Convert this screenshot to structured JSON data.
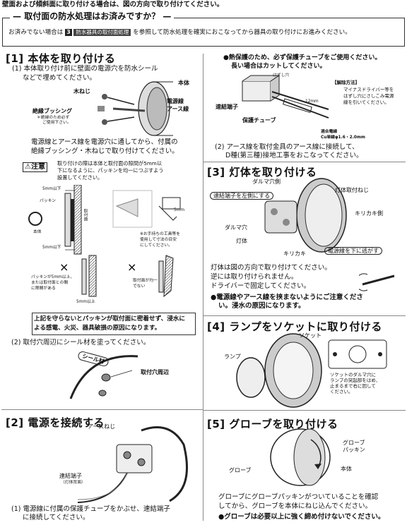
{
  "top_note": "壁面および傾斜面に取り付ける場合は、図の方向で取り付けてください。",
  "waterproof": {
    "title": "取付面の防水処理はお済みですか？",
    "text_pre": "お済みでない場合は",
    "num": "3",
    "link": "防水器具の取付面処理",
    "text_post": "を参照して防水処理を確実におこなってから器具の取り付けにお進みください。"
  },
  "s1": {
    "heading": "[1] 本体を取り付ける",
    "step1": [
      "(1) 本体取り付け前に壁面の電源穴を防水シール",
      "などで埋めてください。"
    ],
    "labels": {
      "screw": "木ねじ",
      "body": "本体",
      "power": "電源線",
      "earth": "アース線",
      "bushing": "絶縁ブッシング",
      "bushing_note": [
        "＊絶縁のため必ず",
        "ご使用下さい。"
      ]
    },
    "text": [
      "電源線とアース線を電源穴に通してから、付属の",
      "絶縁ブッシング・木ねじで取り付けてください。"
    ],
    "caution_label": "注意",
    "caution": [
      "取り付けの際は本体と取付面の隙間が5mm以",
      "下になるように、パッキンを均一につぶすよう",
      "設置してください。"
    ],
    "fig": {
      "dim1": "5mm以下",
      "packing": "パッキン",
      "surface": "取付面",
      "body": "本体",
      "dim2": "5mm以下",
      "tool_dim": "5mm",
      "tool_note": [
        "※お手持ちの工具等を",
        "使用して寸法の目安",
        "にしてください。"
      ],
      "bad1": [
        "パッキンが5mm以上、",
        "または取付面との間",
        "に隙間がある"
      ],
      "bad2": [
        "取付面が均一",
        "でない"
      ],
      "dim3": "5mm以上"
    },
    "warn": [
      "上記を守らないとパッキンが取付面に密着せず、浸水に",
      "よる感電、火災、器具破損の原因になります。"
    ],
    "step2": "(2) 取付穴周辺にシール材を塗ってください。",
    "seal": "シール材",
    "hole": "取付穴周辺"
  },
  "s2": {
    "heading": "[2] 電源を接続する",
    "earth_screw": "アースねじ",
    "terminal": "連結端子",
    "terminal_note": "（灯体背面）",
    "step1": [
      "(1) 電源線に付属の保護チューブをかぶせ、速結端子",
      "に接続してください。"
    ]
  },
  "r": {
    "heat": [
      "●熱保護のため、必ず保護チューブをご使用ください。",
      "長い場合はカットしてください。"
    ],
    "release_hole": "はずし穴",
    "release_title": "【解除方法】",
    "release": [
      "マイナスドライバー等を",
      "はずし穴にさしこみ電源",
      "線を引いてください。"
    ],
    "terminal": "速結端子",
    "tube": "保護チューブ",
    "mm": "12mm",
    "wire": [
      "適合電線",
      "Cu単線φ1.6・2.0mm"
    ],
    "step2": [
      "(2) アース線を取付金具のアース線に接続して、",
      "D種(第三種)接地工事をおこなってください。"
    ]
  },
  "s3": {
    "heading": "[3] 灯体を取り付ける",
    "labels": {
      "dalma_side": "ダルマ穴側",
      "terminal_left": "速結端子を左側にする",
      "screw": "灯体取付ねじ",
      "kirikaki_side": "キリカキ側",
      "dalma": "ダルマ穴",
      "lamp_body": "灯体",
      "kirikaki": "キリカキ",
      "down": "電源線を下に逃がす"
    },
    "text": [
      "灯体は図の方向で取り付けてください。",
      "逆には取り付けられません。",
      "ドライバーで固定してください。"
    ],
    "note": [
      "●電源線やアース線を挟まないようにご注意くださ",
      "い。浸水の原因になります。"
    ]
  },
  "s4": {
    "heading": "[4] ランプをソケットに取り付ける",
    "socket": "ソケット",
    "lamp": "ランプ",
    "note": [
      "ソケットのダルマ穴に",
      "ランプの突起部をはめ、",
      "止まるまで右に回して",
      "ください。"
    ]
  },
  "s5": {
    "heading": "[5] グローブを取り付ける",
    "packing": [
      "グローブ",
      "パッキン"
    ],
    "globe": "グローブ",
    "body": "本体",
    "text": [
      "グローブにグローブパッキンがついていることを確認",
      "してから、グローブを本体にねじ込んでください。"
    ],
    "note": "●グローブは必要以上に強く締め付けないでください。"
  }
}
